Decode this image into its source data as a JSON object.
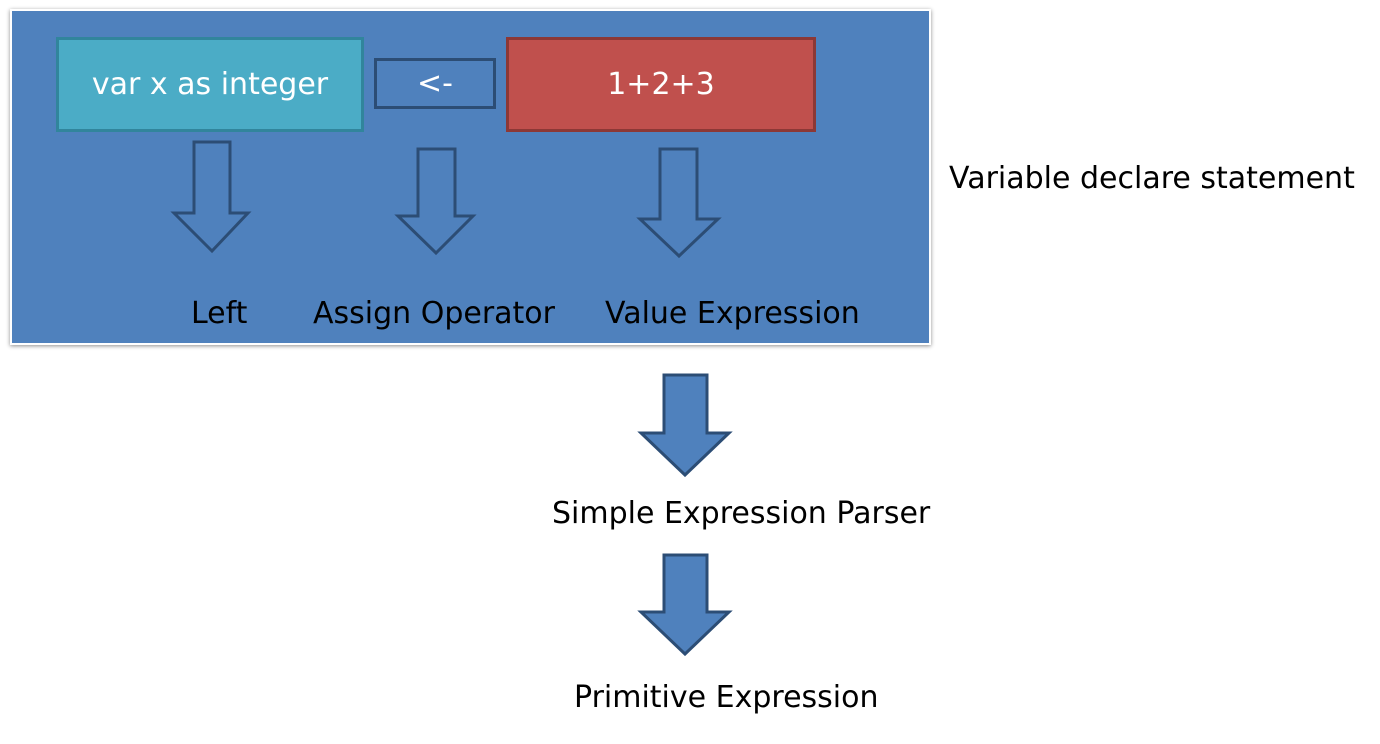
{
  "statement": {
    "title": "Variable declare statement",
    "left_box": "var x as integer",
    "operator_box": "<-",
    "value_box": "1+2+3",
    "labels": {
      "left": "Left",
      "assign_operator": "Assign Operator",
      "value_expression": "Value Expression"
    }
  },
  "flow": {
    "step_1": "Simple Expression Parser",
    "step_2": "Primitive Expression"
  },
  "colors": {
    "panel": "#4f81bd",
    "left_box": "#4bacc6",
    "value_box": "#c0504d",
    "arrow_fill": "#4f81bd",
    "arrow_stroke": "#2c4d75"
  }
}
